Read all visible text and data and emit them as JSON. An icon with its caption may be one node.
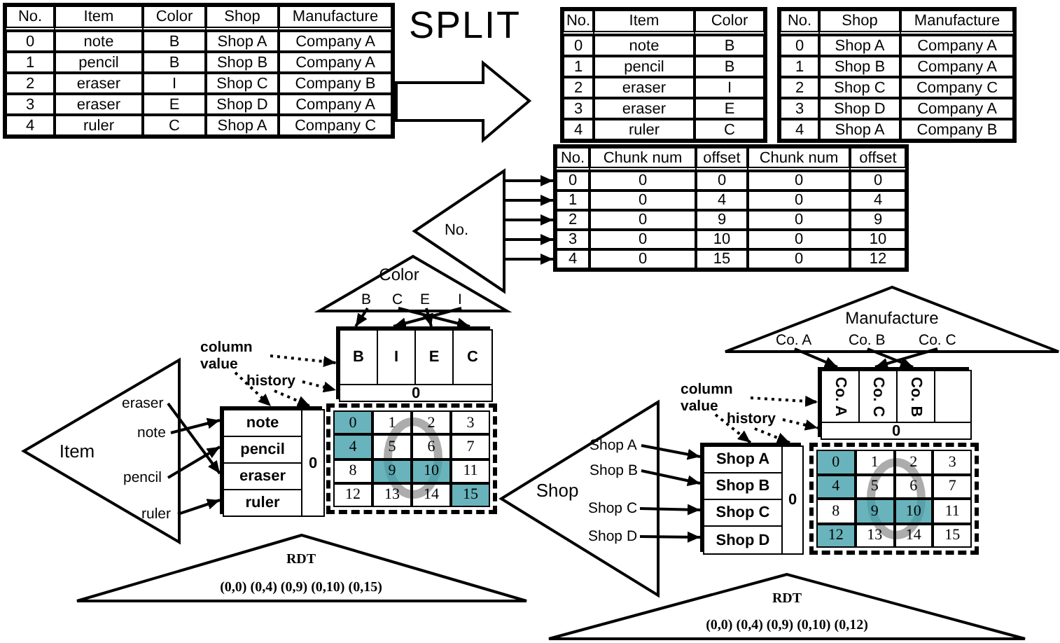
{
  "diagram": {
    "nodes": [
      {
        "text": [
          "No."
        ]
      },
      {
        "text": [
          "Color"
        ]
      },
      {
        "text": [
          "B"
        ],
        "in": 1
      },
      {
        "text": [
          "C"
        ],
        "in": 1
      },
      {
        "text": [
          "E"
        ],
        "in": 1
      },
      {
        "text": [
          "I"
        ],
        "in": 1
      },
      {
        "text": [],
        "shape": "box"
      },
      {
        "text": [
          "B"
        ],
        "in": 6
      },
      {
        "text": [
          "I"
        ],
        "in": 6
      },
      {
        "text": [
          "E"
        ],
        "in": 6
      },
      {
        "text": [
          "C"
        ],
        "in": 6
      },
      {
        "text": [
          "0"
        ],
        "in": 6
      },
      {
        "text": [
          "column value"
        ]
      },
      {
        "text": [
          "history"
        ]
      },
      {
        "text": [
          "Item"
        ]
      },
      {
        "text": [
          "eraser"
        ],
        "in": 14
      },
      {
        "text": [
          "note"
        ],
        "in": 14
      },
      {
        "text": [
          "pencil"
        ],
        "in": 14
      },
      {
        "text": [
          "ruler"
        ],
        "in": 14
      },
      {
        "text": [],
        "shape": "box"
      },
      {
        "text": [
          "note"
        ],
        "in": 19
      },
      {
        "text": [
          "pencil"
        ],
        "in": 19
      },
      {
        "text": [
          "eraser"
        ],
        "in": 19
      },
      {
        "text": [
          "ruler"
        ],
        "in": 19
      },
      {
        "text": [
          "0"
        ],
        "in": 19
      },
      {
        "text": [
          "0",
          "1",
          "2",
          "3",
          "4",
          "5",
          "6",
          "7",
          "8",
          "9",
          "10",
          "11",
          "12",
          "13",
          "14",
          "15"
        ]
      },
      {
        "text": [
          "RDT",
          "(0,0) (0,4) (0,9) (0,10) (0,15)"
        ]
      },
      {
        "text": [
          "Manufacture"
        ]
      },
      {
        "text": [
          "Co. A"
        ],
        "in": 27
      },
      {
        "text": [
          "Co. B"
        ],
        "in": 27
      },
      {
        "text": [
          "Co. C"
        ],
        "in": 27
      },
      {
        "text": [],
        "shape": "box"
      },
      {
        "text": [
          "Co. A"
        ],
        "in": 31
      },
      {
        "text": [
          "Co. C"
        ],
        "in": 31
      },
      {
        "text": [
          "Co. B"
        ],
        "in": 31
      },
      {
        "text": [],
        "shape": "box",
        "in": 31
      },
      {
        "text": [
          "0"
        ],
        "in": 31
      },
      {
        "text": [
          "column value"
        ]
      },
      {
        "text": [
          "history"
        ]
      },
      {
        "text": [
          "Shop"
        ]
      },
      {
        "text": [
          "Shop A"
        ],
        "in": 39
      },
      {
        "text": [
          "Shop B"
        ],
        "in": 39
      },
      {
        "text": [
          "Shop C"
        ],
        "in": 39
      },
      {
        "text": [
          "Shop D"
        ],
        "in": 39
      },
      {
        "text": [],
        "shape": "box"
      },
      {
        "text": [
          "Shop A"
        ],
        "in": 44
      },
      {
        "text": [
          "Shop B"
        ],
        "in": 44
      },
      {
        "text": [
          "Shop C"
        ],
        "in": 44
      },
      {
        "text": [
          "Shop D"
        ],
        "in": 44
      },
      {
        "text": [
          "0"
        ],
        "in": 44
      },
      {
        "text": [
          "0",
          "1",
          "2",
          "3",
          "4",
          "5",
          "6",
          "7",
          "8",
          "9",
          "10",
          "11",
          "12",
          "13",
          "14",
          "15"
        ]
      },
      {
        "text": [
          "RDT",
          "(0,0) (0,4) (0,9) (0,10) (0,12)"
        ]
      },
      {
        "text": [
          "0"
        ]
      },
      {
        "text": [
          "1"
        ]
      },
      {
        "text": [
          "2"
        ]
      },
      {
        "text": [
          "3"
        ]
      },
      {
        "text": [
          "4"
        ]
      }
    ],
    "edges": [
      {
        "from": 0,
        "to": 52,
        "arrow": "to"
      },
      {
        "from": 0,
        "to": 53,
        "arrow": "to"
      },
      {
        "from": 0,
        "to": 54,
        "arrow": "to"
      },
      {
        "from": 0,
        "to": 55,
        "arrow": "to"
      },
      {
        "from": 0,
        "to": 56,
        "arrow": "to"
      },
      {
        "from": 2,
        "to": 7,
        "arrow": "to"
      },
      {
        "from": 3,
        "to": 10,
        "arrow": "to"
      },
      {
        "from": 4,
        "to": 9,
        "arrow": "to"
      },
      {
        "from": 5,
        "to": 8,
        "arrow": "to"
      },
      {
        "from": 12,
        "to": 6,
        "arrow": "to",
        "style": "dashed"
      },
      {
        "from": 12,
        "to": 19,
        "arrow": "to",
        "style": "dashed"
      },
      {
        "from": 13,
        "to": 11,
        "arrow": "to",
        "style": "dashed"
      },
      {
        "from": 13,
        "to": 24,
        "arrow": "to",
        "style": "dashed"
      },
      {
        "from": 15,
        "to": 22,
        "arrow": "to"
      },
      {
        "from": 16,
        "to": 20,
        "arrow": "to"
      },
      {
        "from": 17,
        "to": 21,
        "arrow": "to"
      },
      {
        "from": 18,
        "to": 23,
        "arrow": "to"
      },
      {
        "from": 28,
        "to": 32,
        "arrow": "to"
      },
      {
        "from": 29,
        "to": 34,
        "arrow": "to"
      },
      {
        "from": 30,
        "to": 33,
        "arrow": "to"
      },
      {
        "from": 37,
        "to": 31,
        "arrow": "to",
        "style": "dashed"
      },
      {
        "from": 37,
        "to": 44,
        "arrow": "to",
        "style": "dashed"
      },
      {
        "from": 38,
        "to": 36,
        "arrow": "to",
        "style": "dashed"
      },
      {
        "from": 38,
        "to": 49,
        "arrow": "to",
        "style": "dashed"
      },
      {
        "from": 40,
        "to": 45,
        "arrow": "to"
      },
      {
        "from": 41,
        "to": 46,
        "arrow": "to"
      },
      {
        "from": 42,
        "to": 47,
        "arrow": "to"
      },
      {
        "from": 43,
        "to": 48,
        "arrow": "to"
      }
    ],
    "labels": [
      "No.",
      "Item",
      "Color",
      "Shop",
      "Manufacture",
      "0",
      "note",
      "B",
      "Shop A",
      "Company A",
      "1",
      "pencil",
      "B",
      "Shop B",
      "Company A",
      "2",
      "eraser",
      "I",
      "Shop C",
      "Company B",
      "3",
      "eraser",
      "E",
      "Shop D",
      "Company A",
      "4",
      "ruler",
      "C",
      "Shop A",
      "Company C",
      "SPLIT",
      "No.",
      "Item",
      "Color",
      "0",
      "note",
      "B",
      "1",
      "pencil",
      "B",
      "2",
      "eraser",
      "I",
      "3",
      "eraser",
      "E",
      "4",
      "ruler",
      "C",
      "No.",
      "Shop",
      "Manufacture",
      "0",
      "Shop A",
      "Company A",
      "1",
      "Shop B",
      "Company A",
      "2",
      "Shop C",
      "Company C",
      "3",
      "Shop D",
      "Company A",
      "4",
      "Shop A",
      "Company B",
      "No.",
      "Chunk num",
      "offset",
      "Chunk num",
      "offset",
      "0",
      "0",
      "0",
      "0",
      "0",
      "4",
      "0",
      "4",
      "0",
      "9",
      "0",
      "9",
      "0",
      "10",
      "0",
      "10",
      "0",
      "15",
      "0",
      "12"
    ]
  }
}
